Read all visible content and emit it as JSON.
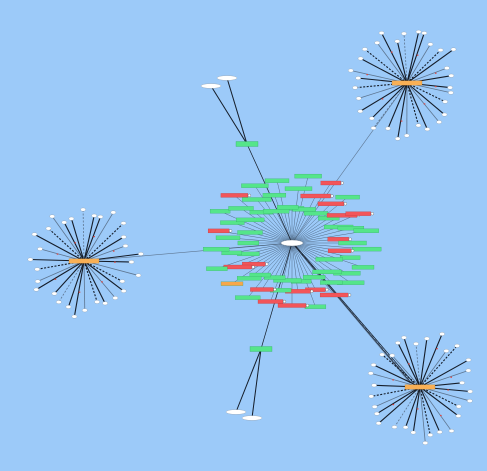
{
  "graph": {
    "background": "#9ccaf9",
    "colors": {
      "edge_dark": "#141c28",
      "edge_light": "#5d7590",
      "node_green": "#55e58a",
      "node_red": "#f2555a",
      "node_orange": "#f7a74a",
      "node_white": "#ffffff",
      "hub_orange": "#f9b055",
      "accent_red": "#e0453f"
    },
    "hub_count": 4,
    "center_hub": {
      "label": "",
      "node_count": 64,
      "red_node_count": 17
    },
    "satellite_hubs": [
      {
        "id": "hub-top-right",
        "label": "",
        "leaf_count": 30
      },
      {
        "id": "hub-left",
        "label": "",
        "leaf_count": 30
      },
      {
        "id": "hub-bottom-right",
        "label": "",
        "leaf_count": 30
      }
    ],
    "branches": [
      {
        "id": "branch-top",
        "connector_label": "",
        "leaf_labels": [
          "",
          ""
        ]
      },
      {
        "id": "branch-bottom",
        "connector_label": "",
        "leaf_labels": [
          "",
          ""
        ]
      }
    ]
  }
}
